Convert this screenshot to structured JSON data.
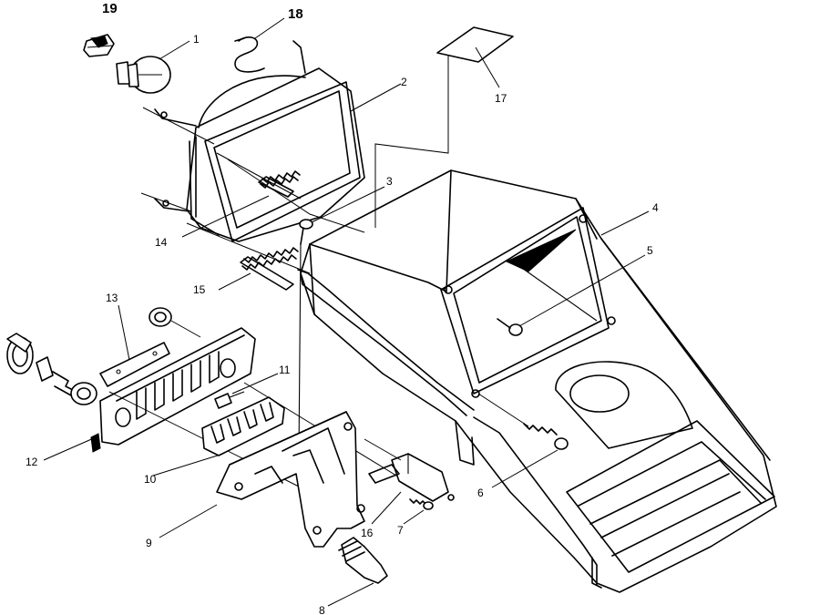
{
  "callouts": [
    {
      "id": "1",
      "text": "1"
    },
    {
      "id": "2",
      "text": "2"
    },
    {
      "id": "3",
      "text": "3"
    },
    {
      "id": "4",
      "text": "4"
    },
    {
      "id": "5",
      "text": "5"
    },
    {
      "id": "6",
      "text": "6"
    },
    {
      "id": "7",
      "text": "7"
    },
    {
      "id": "8",
      "text": "8"
    },
    {
      "id": "9",
      "text": "9"
    },
    {
      "id": "10",
      "text": "10"
    },
    {
      "id": "11",
      "text": "11"
    },
    {
      "id": "12",
      "text": "12"
    },
    {
      "id": "13",
      "text": "13"
    },
    {
      "id": "14",
      "text": "14"
    },
    {
      "id": "15",
      "text": "15"
    },
    {
      "id": "16",
      "text": "16"
    },
    {
      "id": "17",
      "text": "17"
    },
    {
      "id": "18",
      "text": "18"
    },
    {
      "id": "19",
      "text": "19"
    }
  ],
  "colors": {
    "line": "#000000",
    "background": "#ffffff"
  }
}
